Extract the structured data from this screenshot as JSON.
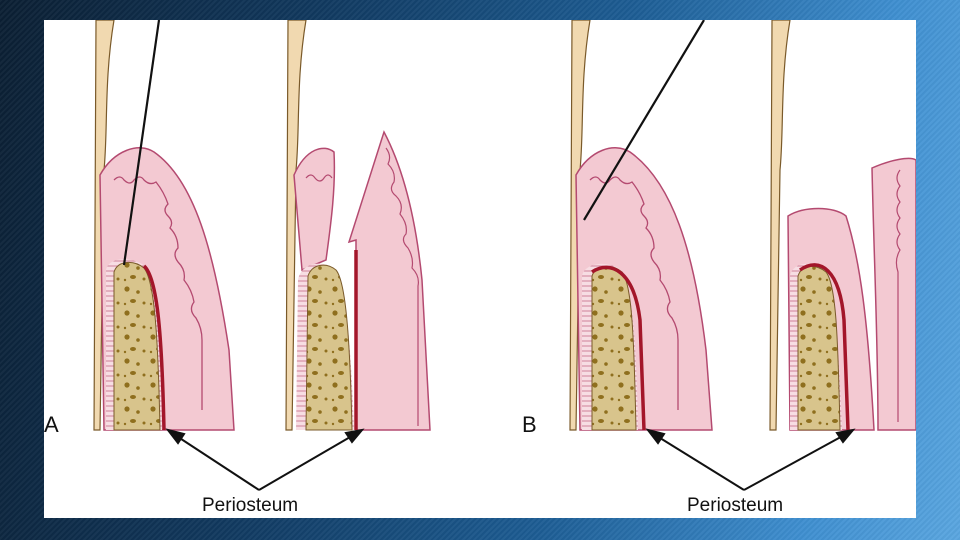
{
  "figure": {
    "panel_a": {
      "letter": "A",
      "label": "Periosteum"
    },
    "panel_b": {
      "letter": "B",
      "label": "Periosteum"
    }
  },
  "colors": {
    "tooth": "#f1d9b0",
    "gingiva": "#f3c9d2",
    "gingiva_outline": "#b44a70",
    "periosteum": "#a3162a",
    "bone": "#d8c48c",
    "bone_pores": "#8f6f1e",
    "slide_background": "#1d5d94"
  }
}
